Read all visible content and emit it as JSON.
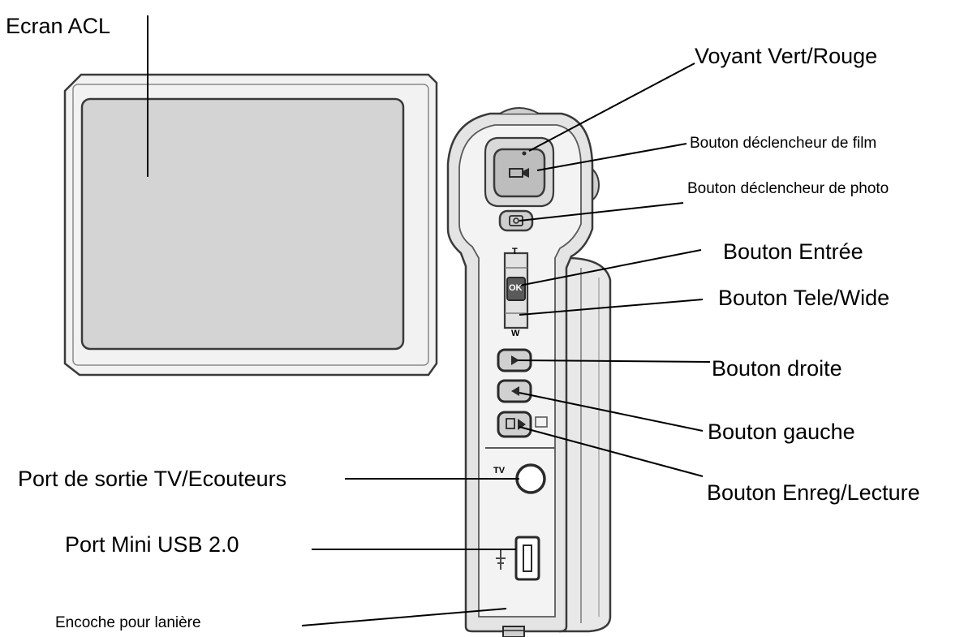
{
  "labels": {
    "lcd_screen": "Ecran ACL",
    "led_indicator": "Voyant Vert/Rouge",
    "movie_shutter_button": "Bouton déclencheur de film",
    "photo_shutter_button": "Bouton déclencheur de photo",
    "enter_button": "Bouton Entrée",
    "tele_wide_button": "Bouton Tele/Wide",
    "right_button": "Bouton droite",
    "left_button": "Bouton gauche",
    "record_play_button": "Bouton Enreg/Lecture",
    "tv_out_port": "Port de sortie TV/Ecouteurs",
    "mini_usb_port": "Port Mini USB 2.0",
    "strap_notch": "Encoche pour lanière"
  },
  "device_markings": {
    "zoom_tele": "T",
    "zoom_wide": "W",
    "ok_key": "OK",
    "tv_port": "TV"
  },
  "colors": {
    "ink": "#000000",
    "outline": "#3a3a3a",
    "body_light": "#f2f2f2",
    "body_mid": "#e0e0e0",
    "body_dark": "#bdbdbd",
    "screen": "#d4d4d4"
  }
}
